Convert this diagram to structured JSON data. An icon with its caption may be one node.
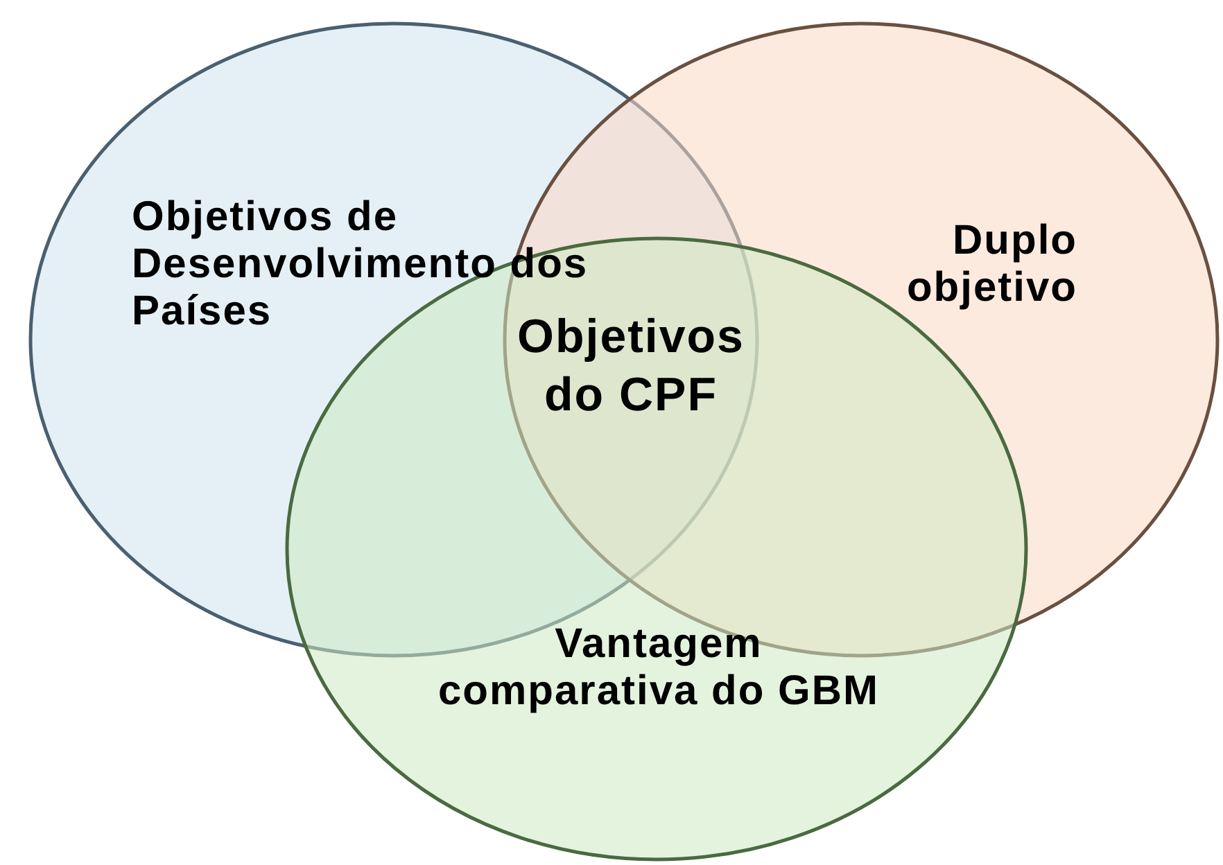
{
  "diagram": {
    "nodes": [
      {
        "text": [
          "Objetivos de Desenvolvimento dos Países"
        ]
      },
      {
        "text": [
          "Duplo objetivo"
        ]
      },
      {
        "text": [
          "Vantagem comparativa do GBM"
        ]
      }
    ],
    "labels": [
      "Objetivos do CPF"
    ]
  }
}
